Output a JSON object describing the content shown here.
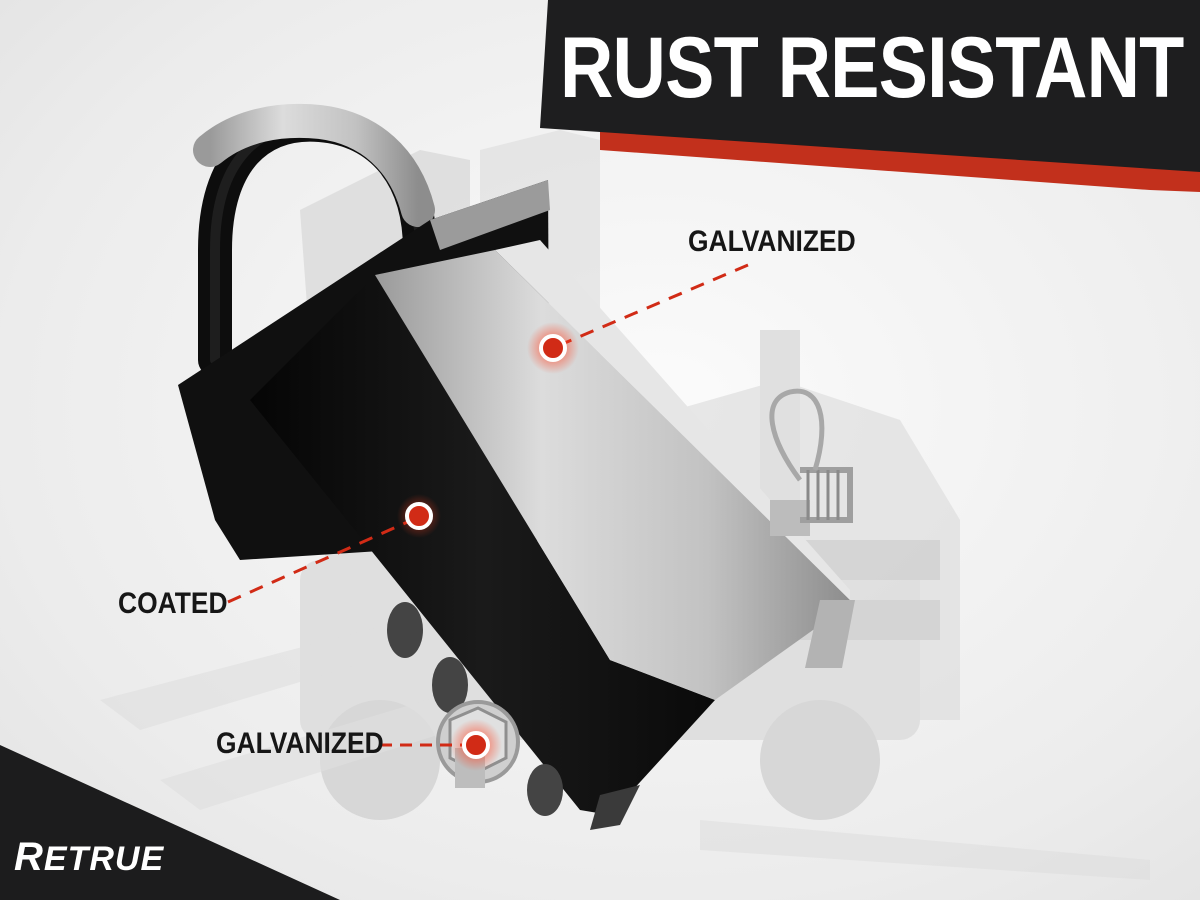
{
  "banner": {
    "title": "RUST RESISTANT"
  },
  "callouts": {
    "galvanized_top": "GALVANIZED",
    "coated": "COATED",
    "galvanized_bottom": "GALVANIZED"
  },
  "brand": {
    "logo_first": "R",
    "logo_rest": "ETRUE"
  },
  "colors": {
    "banner_dark": "#1e1e1f",
    "accent_red": "#c2301c",
    "marker_red": "#d12b16",
    "coated_black": "#0c0c0c",
    "galvanized_silver": "#c7c7c7"
  },
  "icons": [
    "truck-watermark-icon",
    "hitch-lock-illustration",
    "callout-marker-icon"
  ]
}
